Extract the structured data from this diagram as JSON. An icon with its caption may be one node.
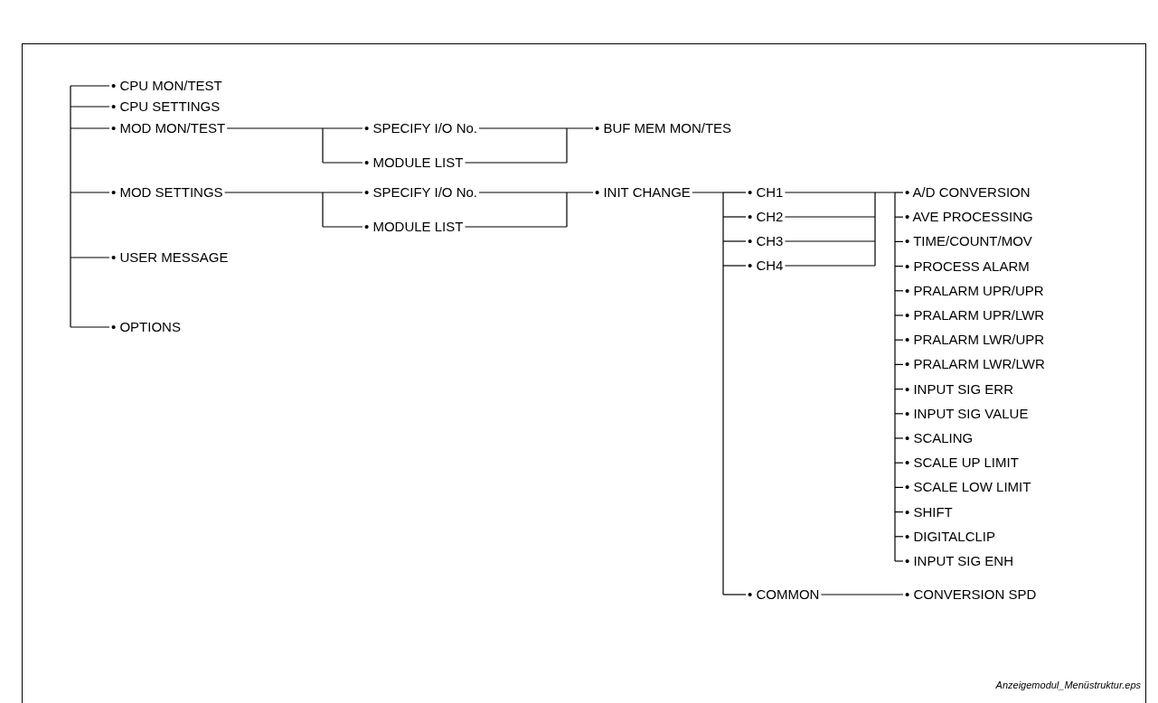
{
  "diagram": {
    "caption": "Anzeigemodul_Menüstruktur.eps",
    "nodes": [
      {
        "text": [
          "• CPU MON/TEST"
        ]
      },
      {
        "text": [
          "• CPU SETTINGS"
        ]
      },
      {
        "text": [
          "• MOD MON/TEST"
        ]
      },
      {
        "text": [
          "• SPECIFY I/O No."
        ]
      },
      {
        "text": [
          "• MODULE LIST"
        ]
      },
      {
        "text": [
          "• BUF MEM MON/TES"
        ]
      },
      {
        "text": [
          "• MOD SETTINGS"
        ]
      },
      {
        "text": [
          "• SPECIFY I/O No."
        ]
      },
      {
        "text": [
          "• MODULE LIST"
        ]
      },
      {
        "text": [
          "• INIT CHANGE"
        ]
      },
      {
        "text": [
          "• CH1"
        ]
      },
      {
        "text": [
          "• CH2"
        ]
      },
      {
        "text": [
          "• CH3"
        ]
      },
      {
        "text": [
          "• CH4"
        ]
      },
      {
        "text": [
          "• A/D CONVERSION"
        ]
      },
      {
        "text": [
          "• AVE PROCESSING"
        ]
      },
      {
        "text": [
          "• TIME/COUNT/MOV"
        ]
      },
      {
        "text": [
          "• PROCESS ALARM"
        ]
      },
      {
        "text": [
          "• PRALARM UPR/UPR"
        ]
      },
      {
        "text": [
          "• PRALARM UPR/LWR"
        ]
      },
      {
        "text": [
          "• PRALARM LWR/UPR"
        ]
      },
      {
        "text": [
          "• PRALARM LWR/LWR"
        ]
      },
      {
        "text": [
          "• INPUT SIG ERR"
        ]
      },
      {
        "text": [
          "• INPUT SIG VALUE"
        ]
      },
      {
        "text": [
          "• SCALING"
        ]
      },
      {
        "text": [
          "• SCALE UP LIMIT"
        ]
      },
      {
        "text": [
          "• SCALE LOW LIMIT"
        ]
      },
      {
        "text": [
          "• SHIFT"
        ]
      },
      {
        "text": [
          "• DIGITALCLIP"
        ]
      },
      {
        "text": [
          "• INPUT SIG ENH"
        ]
      },
      {
        "text": [
          "• COMMON"
        ]
      },
      {
        "text": [
          "• CONVERSION SPD"
        ]
      },
      {
        "text": [
          "• USER MESSAGE"
        ]
      },
      {
        "text": [
          "• OPTIONS"
        ]
      }
    ],
    "edges": [
      {
        "from": null,
        "to": 0,
        "arrow": "none"
      },
      {
        "from": null,
        "to": 1,
        "arrow": "none"
      },
      {
        "from": null,
        "to": 2,
        "arrow": "none"
      },
      {
        "from": null,
        "to": 6,
        "arrow": "none"
      },
      {
        "from": null,
        "to": 32,
        "arrow": "none"
      },
      {
        "from": null,
        "to": 33,
        "arrow": "none"
      },
      {
        "from": 2,
        "to": 3,
        "arrow": "none"
      },
      {
        "from": 2,
        "to": 4,
        "arrow": "none"
      },
      {
        "from": 3,
        "to": 5,
        "arrow": "none"
      },
      {
        "from": 4,
        "to": 5,
        "arrow": "none"
      },
      {
        "from": 6,
        "to": 7,
        "arrow": "none"
      },
      {
        "from": 6,
        "to": 8,
        "arrow": "none"
      },
      {
        "from": 7,
        "to": 9,
        "arrow": "none"
      },
      {
        "from": 8,
        "to": 9,
        "arrow": "none"
      },
      {
        "from": 9,
        "to": 10,
        "arrow": "none"
      },
      {
        "from": 9,
        "to": 11,
        "arrow": "none"
      },
      {
        "from": 9,
        "to": 12,
        "arrow": "none"
      },
      {
        "from": 9,
        "to": 13,
        "arrow": "none"
      },
      {
        "from": 9,
        "to": 30,
        "arrow": "none"
      },
      {
        "from": 10,
        "to": 14,
        "arrow": "none"
      },
      {
        "from": 10,
        "to": 15,
        "arrow": "none"
      },
      {
        "from": 10,
        "to": 16,
        "arrow": "none"
      },
      {
        "from": 10,
        "to": 17,
        "arrow": "none"
      },
      {
        "from": 10,
        "to": 18,
        "arrow": "none"
      },
      {
        "from": 10,
        "to": 19,
        "arrow": "none"
      },
      {
        "from": 10,
        "to": 20,
        "arrow": "none"
      },
      {
        "from": 10,
        "to": 21,
        "arrow": "none"
      },
      {
        "from": 10,
        "to": 22,
        "arrow": "none"
      },
      {
        "from": 10,
        "to": 23,
        "arrow": "none"
      },
      {
        "from": 10,
        "to": 24,
        "arrow": "none"
      },
      {
        "from": 10,
        "to": 25,
        "arrow": "none"
      },
      {
        "from": 10,
        "to": 26,
        "arrow": "none"
      },
      {
        "from": 10,
        "to": 27,
        "arrow": "none"
      },
      {
        "from": 10,
        "to": 28,
        "arrow": "none"
      },
      {
        "from": 10,
        "to": 29,
        "arrow": "none"
      },
      {
        "from": 11,
        "to": 14,
        "arrow": "none"
      },
      {
        "from": 11,
        "to": 15,
        "arrow": "none"
      },
      {
        "from": 11,
        "to": 16,
        "arrow": "none"
      },
      {
        "from": 11,
        "to": 17,
        "arrow": "none"
      },
      {
        "from": 11,
        "to": 18,
        "arrow": "none"
      },
      {
        "from": 11,
        "to": 19,
        "arrow": "none"
      },
      {
        "from": 11,
        "to": 20,
        "arrow": "none"
      },
      {
        "from": 11,
        "to": 21,
        "arrow": "none"
      },
      {
        "from": 11,
        "to": 22,
        "arrow": "none"
      },
      {
        "from": 11,
        "to": 23,
        "arrow": "none"
      },
      {
        "from": 11,
        "to": 24,
        "arrow": "none"
      },
      {
        "from": 11,
        "to": 25,
        "arrow": "none"
      },
      {
        "from": 11,
        "to": 26,
        "arrow": "none"
      },
      {
        "from": 11,
        "to": 27,
        "arrow": "none"
      },
      {
        "from": 11,
        "to": 28,
        "arrow": "none"
      },
      {
        "from": 11,
        "to": 29,
        "arrow": "none"
      },
      {
        "from": 12,
        "to": 14,
        "arrow": "none"
      },
      {
        "from": 12,
        "to": 15,
        "arrow": "none"
      },
      {
        "from": 12,
        "to": 16,
        "arrow": "none"
      },
      {
        "from": 12,
        "to": 17,
        "arrow": "none"
      },
      {
        "from": 12,
        "to": 18,
        "arrow": "none"
      },
      {
        "from": 12,
        "to": 19,
        "arrow": "none"
      },
      {
        "from": 12,
        "to": 20,
        "arrow": "none"
      },
      {
        "from": 12,
        "to": 21,
        "arrow": "none"
      },
      {
        "from": 12,
        "to": 22,
        "arrow": "none"
      },
      {
        "from": 12,
        "to": 23,
        "arrow": "none"
      },
      {
        "from": 12,
        "to": 24,
        "arrow": "none"
      },
      {
        "from": 12,
        "to": 25,
        "arrow": "none"
      },
      {
        "from": 12,
        "to": 26,
        "arrow": "none"
      },
      {
        "from": 12,
        "to": 27,
        "arrow": "none"
      },
      {
        "from": 12,
        "to": 28,
        "arrow": "none"
      },
      {
        "from": 12,
        "to": 29,
        "arrow": "none"
      },
      {
        "from": 13,
        "to": 14,
        "arrow": "none"
      },
      {
        "from": 13,
        "to": 15,
        "arrow": "none"
      },
      {
        "from": 13,
        "to": 16,
        "arrow": "none"
      },
      {
        "from": 13,
        "to": 17,
        "arrow": "none"
      },
      {
        "from": 13,
        "to": 18,
        "arrow": "none"
      },
      {
        "from": 13,
        "to": 19,
        "arrow": "none"
      },
      {
        "from": 13,
        "to": 20,
        "arrow": "none"
      },
      {
        "from": 13,
        "to": 21,
        "arrow": "none"
      },
      {
        "from": 13,
        "to": 22,
        "arrow": "none"
      },
      {
        "from": 13,
        "to": 23,
        "arrow": "none"
      },
      {
        "from": 13,
        "to": 24,
        "arrow": "none"
      },
      {
        "from": 13,
        "to": 25,
        "arrow": "none"
      },
      {
        "from": 13,
        "to": 26,
        "arrow": "none"
      },
      {
        "from": 13,
        "to": 27,
        "arrow": "none"
      },
      {
        "from": 13,
        "to": 28,
        "arrow": "none"
      },
      {
        "from": 13,
        "to": 29,
        "arrow": "none"
      },
      {
        "from": 30,
        "to": 31,
        "arrow": "none"
      }
    ]
  }
}
